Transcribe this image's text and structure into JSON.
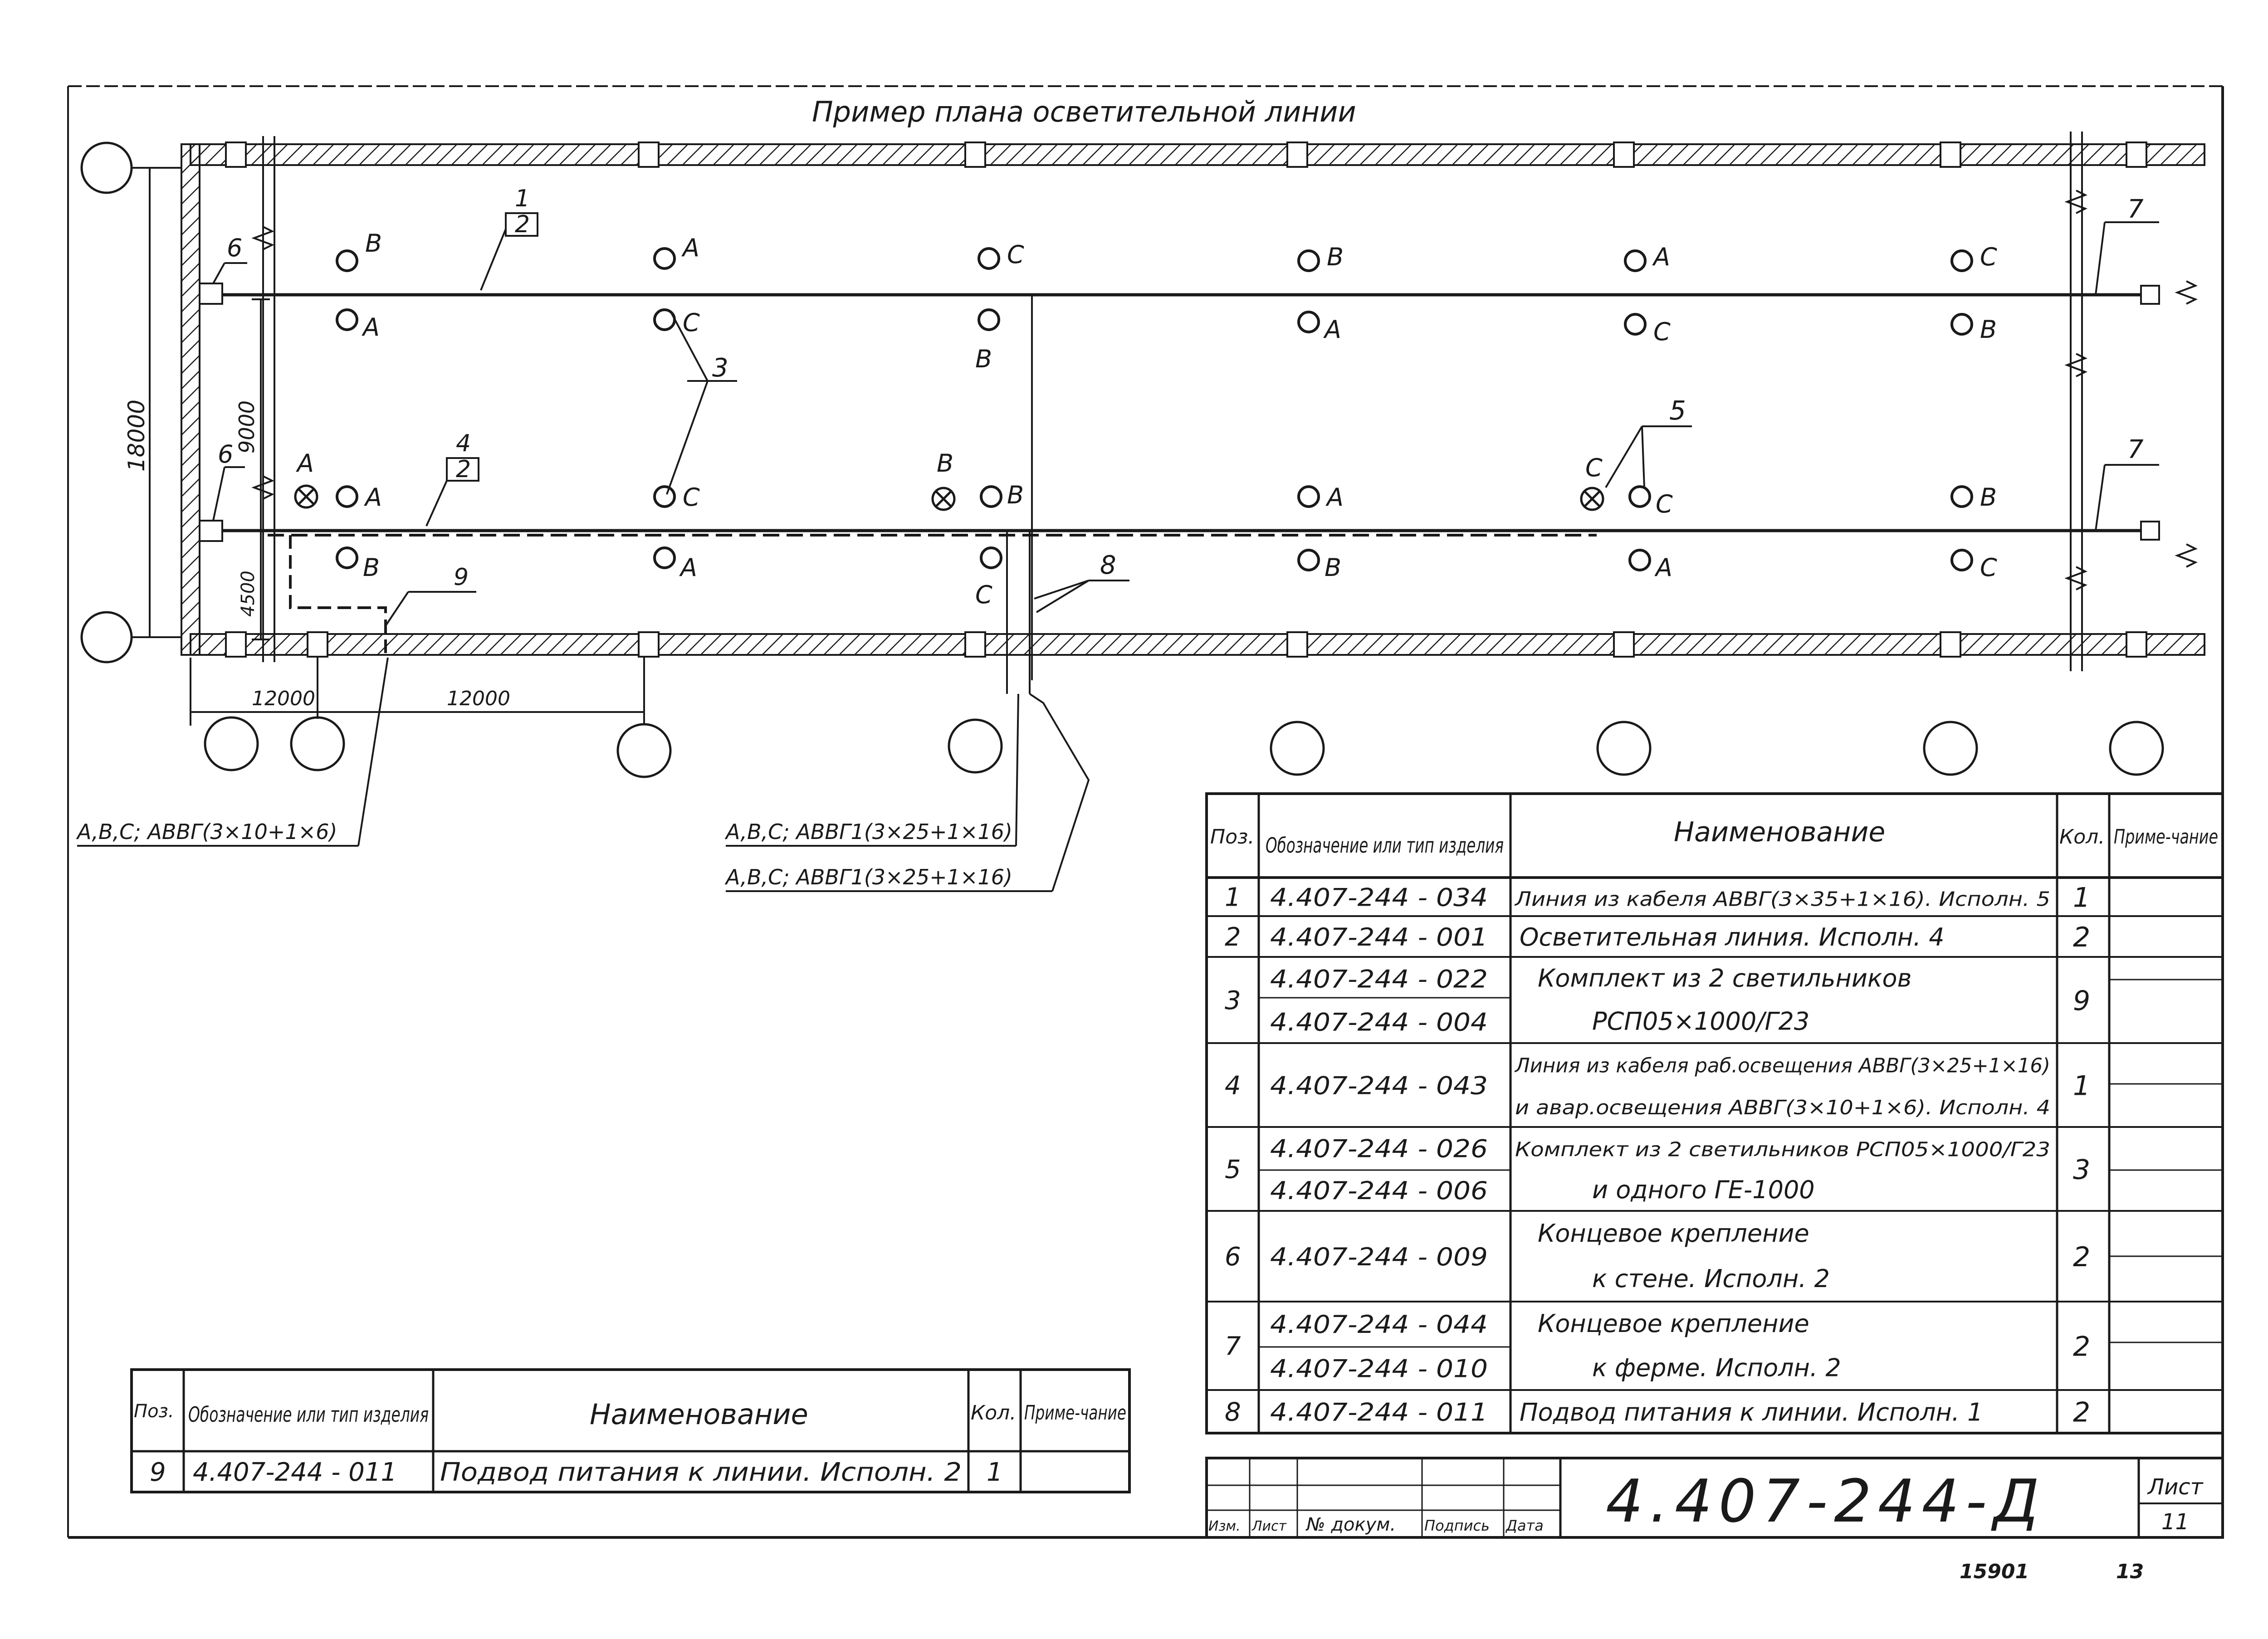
{
  "plan": {
    "title": "Пример плана осветительной линии",
    "dim_total": "18000",
    "dim_half": "9000",
    "dim_quarter": "4500",
    "span_first": "12000",
    "span_second": "12000",
    "pos_labels": [
      "1",
      "2",
      "3",
      "4",
      "2",
      "5",
      "6",
      "6",
      "7",
      "7",
      "8",
      "9"
    ],
    "phase_labels": [
      "A",
      "B",
      "C"
    ],
    "cable_left": "A,B,C; АВВГ(3×10+1×6)",
    "cable_mid_1": "A,B,C; АВВГ1(3×25+1×16)",
    "cable_mid_2": "A,B,C; АВВГ1(3×25+1×16)"
  },
  "spec_table": {
    "headers": {
      "pos": "Поз.",
      "designation": "Обозначение или тип изделия",
      "name": "Наименование",
      "qty": "Кол.",
      "note": "Приме-чание"
    },
    "rows": [
      {
        "pos": "1",
        "codes": [
          "4.407-244 - 034"
        ],
        "name": [
          "Линия из кабеля АВВГ(3×35+1×16). Исполн. 5"
        ],
        "qty": "1"
      },
      {
        "pos": "2",
        "codes": [
          "4.407-244 - 001"
        ],
        "name": [
          "Осветительная линия. Исполн. 4"
        ],
        "qty": "2"
      },
      {
        "pos": "3",
        "codes": [
          "4.407-244 - 022",
          "4.407-244 - 004"
        ],
        "name": [
          "Комплект из 2 светильников",
          "РСП05×1000/Г23"
        ],
        "qty": "9"
      },
      {
        "pos": "4",
        "codes": [
          "4.407-244 - 043"
        ],
        "name": [
          "Линия из кабеля раб.освещения АВВГ(3×25+1×16)",
          "и авар.освещения АВВГ(3×10+1×6). Исполн. 4"
        ],
        "qty": "1"
      },
      {
        "pos": "5",
        "codes": [
          "4.407-244 - 026",
          "4.407-244 - 006"
        ],
        "name": [
          "Комплект из 2 светильников РСП05×1000/Г23",
          "и одного ГЕ-1000"
        ],
        "qty": "3"
      },
      {
        "pos": "6",
        "codes": [
          "4.407-244 - 009"
        ],
        "name": [
          "Концевое крепление",
          "к стене. Исполн. 2"
        ],
        "qty": "2"
      },
      {
        "pos": "7",
        "codes": [
          "4.407-244 - 044",
          "4.407-244 - 010"
        ],
        "name": [
          "Концевое крепление",
          "к ферме. Исполн. 2"
        ],
        "qty": "2"
      },
      {
        "pos": "8",
        "codes": [
          "4.407-244 - 011"
        ],
        "name": [
          "Подвод питания к линии. Исполн. 1"
        ],
        "qty": "2"
      }
    ]
  },
  "small_table": {
    "headers": {
      "pos": "Поз.",
      "designation": "Обозначение или тип изделия",
      "name": "Наименование",
      "qty": "Кол.",
      "note": "Приме-чание"
    },
    "row": {
      "pos": "9",
      "code": "4.407-244 - 011",
      "name": "Подвод питания к линии. Исполн. 2",
      "qty": "1"
    }
  },
  "title_block": {
    "doc_number": "4.407-244-Д",
    "sheet_label": "Лист",
    "sheet_number": "11",
    "labels": [
      "Изм.",
      "Лист",
      "№ докум.",
      "Подпись",
      "Дата"
    ]
  },
  "footer": {
    "stamp_1": "15901",
    "stamp_2": "13"
  }
}
